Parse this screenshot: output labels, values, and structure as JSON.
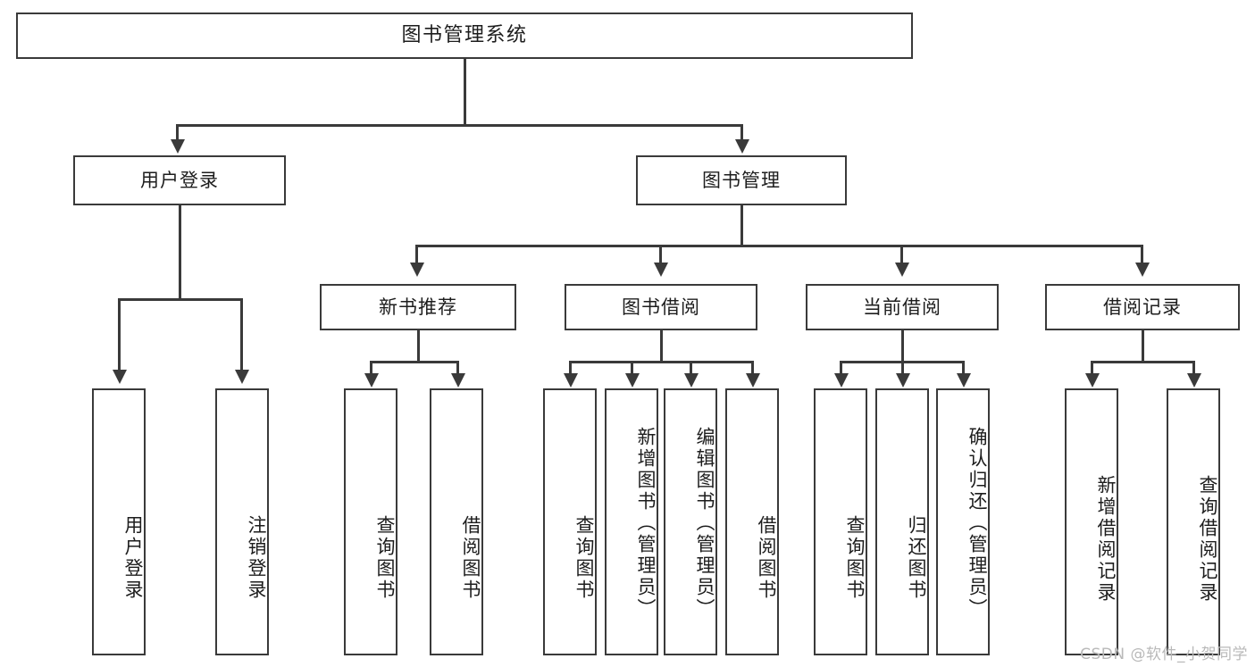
{
  "diagram": {
    "title": "图书管理系统",
    "watermark": "CSDN @软件_小贺同学",
    "root": {
      "label": "图书管理系统"
    },
    "level1": [
      {
        "label": "用户登录"
      },
      {
        "label": "图书管理"
      }
    ],
    "level2": [
      {
        "label": "新书推荐"
      },
      {
        "label": "图书借阅"
      },
      {
        "label": "当前借阅"
      },
      {
        "label": "借阅记录"
      }
    ],
    "leaves": {
      "user_login": [
        {
          "label": "用户登录"
        },
        {
          "label": "注销登录"
        }
      ],
      "new_book": [
        {
          "label": "查询图书"
        },
        {
          "label": "借阅图书"
        }
      ],
      "book_borrow": [
        {
          "label": "查询图书"
        },
        {
          "label": "新增图书（管理员）"
        },
        {
          "label": "编辑图书（管理员）"
        },
        {
          "label": "借阅图书"
        }
      ],
      "current_borrow": [
        {
          "label": "查询图书"
        },
        {
          "label": "归还图书"
        },
        {
          "label": "确认归还（管理员）"
        }
      ],
      "borrow_record": [
        {
          "label": "新增借阅记录"
        },
        {
          "label": "查询借阅记录"
        }
      ]
    }
  },
  "colors": {
    "stroke": "#3a3a3a",
    "text": "#1d1d1d",
    "background": "#ffffff",
    "watermark": "#b9b9b9"
  }
}
